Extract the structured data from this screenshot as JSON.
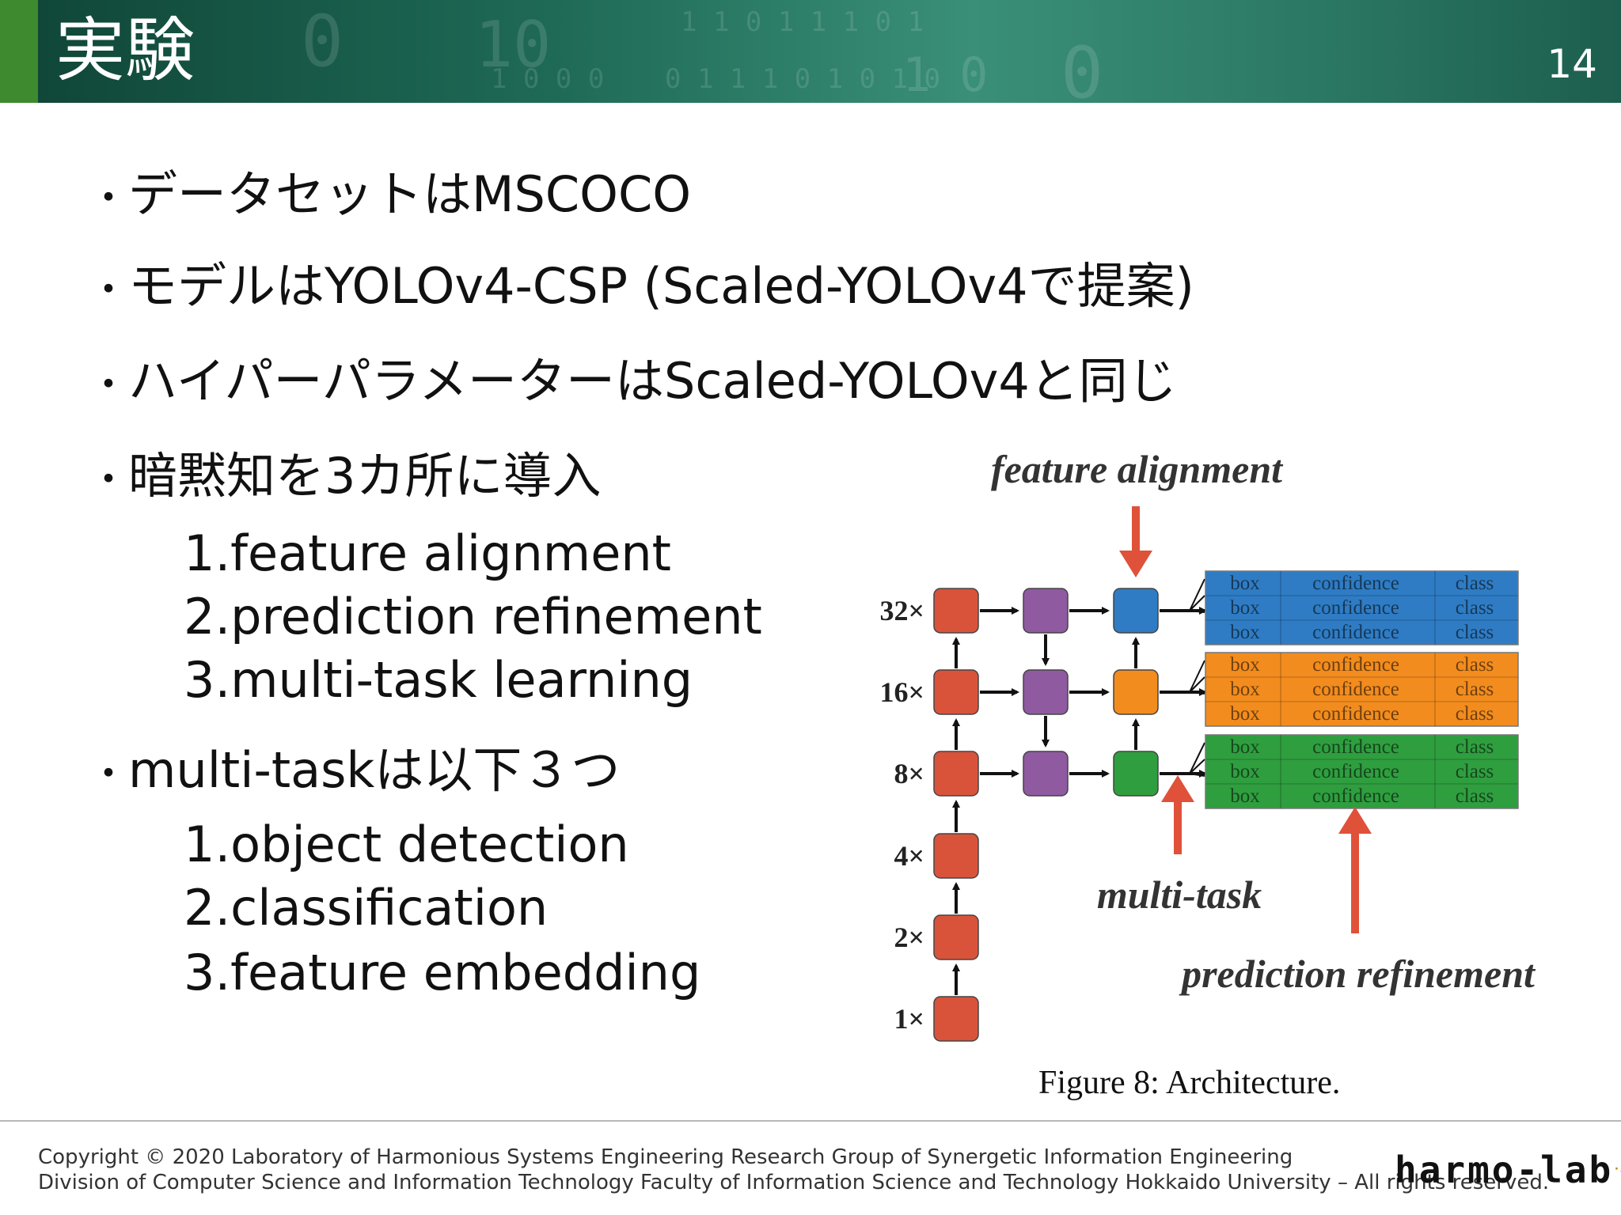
{
  "header": {
    "title": "実験",
    "page_number": "14",
    "bg_digits": [
      "0",
      "10",
      "1 1 0 1 1 1 0 1",
      "1 0 0 0",
      "0 1 1 1 0 1 0 1 0",
      "1 0",
      "0"
    ]
  },
  "bullets": [
    {
      "text": "データセットはMSCOCO"
    },
    {
      "text": "モデルはYOLOv4-CSP (Scaled-YOLOv4で提案)"
    },
    {
      "text": "ハイパーパラメーターはScaled-YOLOv4と同じ"
    },
    {
      "text": "暗黙知を3カ所に導入",
      "sub": [
        "1.feature alignment",
        "2.prediction refinement",
        "3.multi-task learning"
      ]
    },
    {
      "text": "multi-taskは以下３つ",
      "sub": [
        "1.object detection",
        "2.classification",
        "3.feature embedding"
      ]
    }
  ],
  "bullet_mark": "・",
  "figure": {
    "labels": {
      "feature_alignment": "feature alignment",
      "multi_task": "multi-task",
      "prediction_refinement": "prediction refinement"
    },
    "scales": [
      "32×",
      "16×",
      "8×",
      "4×",
      "2×",
      "1×"
    ],
    "output_cells": {
      "box": "box",
      "confidence": "confidence",
      "class": "class"
    },
    "caption": "Figure 8:  Architecture."
  },
  "colors": {
    "red": "#d9533a",
    "purple": "#8f5aa0",
    "blue": "#2f7cc4",
    "orange": "#f28c1e",
    "green": "#2f9e3f",
    "arrow_red": "#e0513a",
    "header_accent": "#3d8b2e"
  },
  "footer": {
    "copyright_line1": "Copyright © 2020 Laboratory of Harmonious Systems Engineering Research Group of Synergetic Information Engineering",
    "copyright_line2": "Division of Computer Science and Information Technology Faculty of Information Science and Technology Hokkaido University – All rights reserved.",
    "logo": "harmo-lab",
    "logo_suffix": ".jp"
  }
}
